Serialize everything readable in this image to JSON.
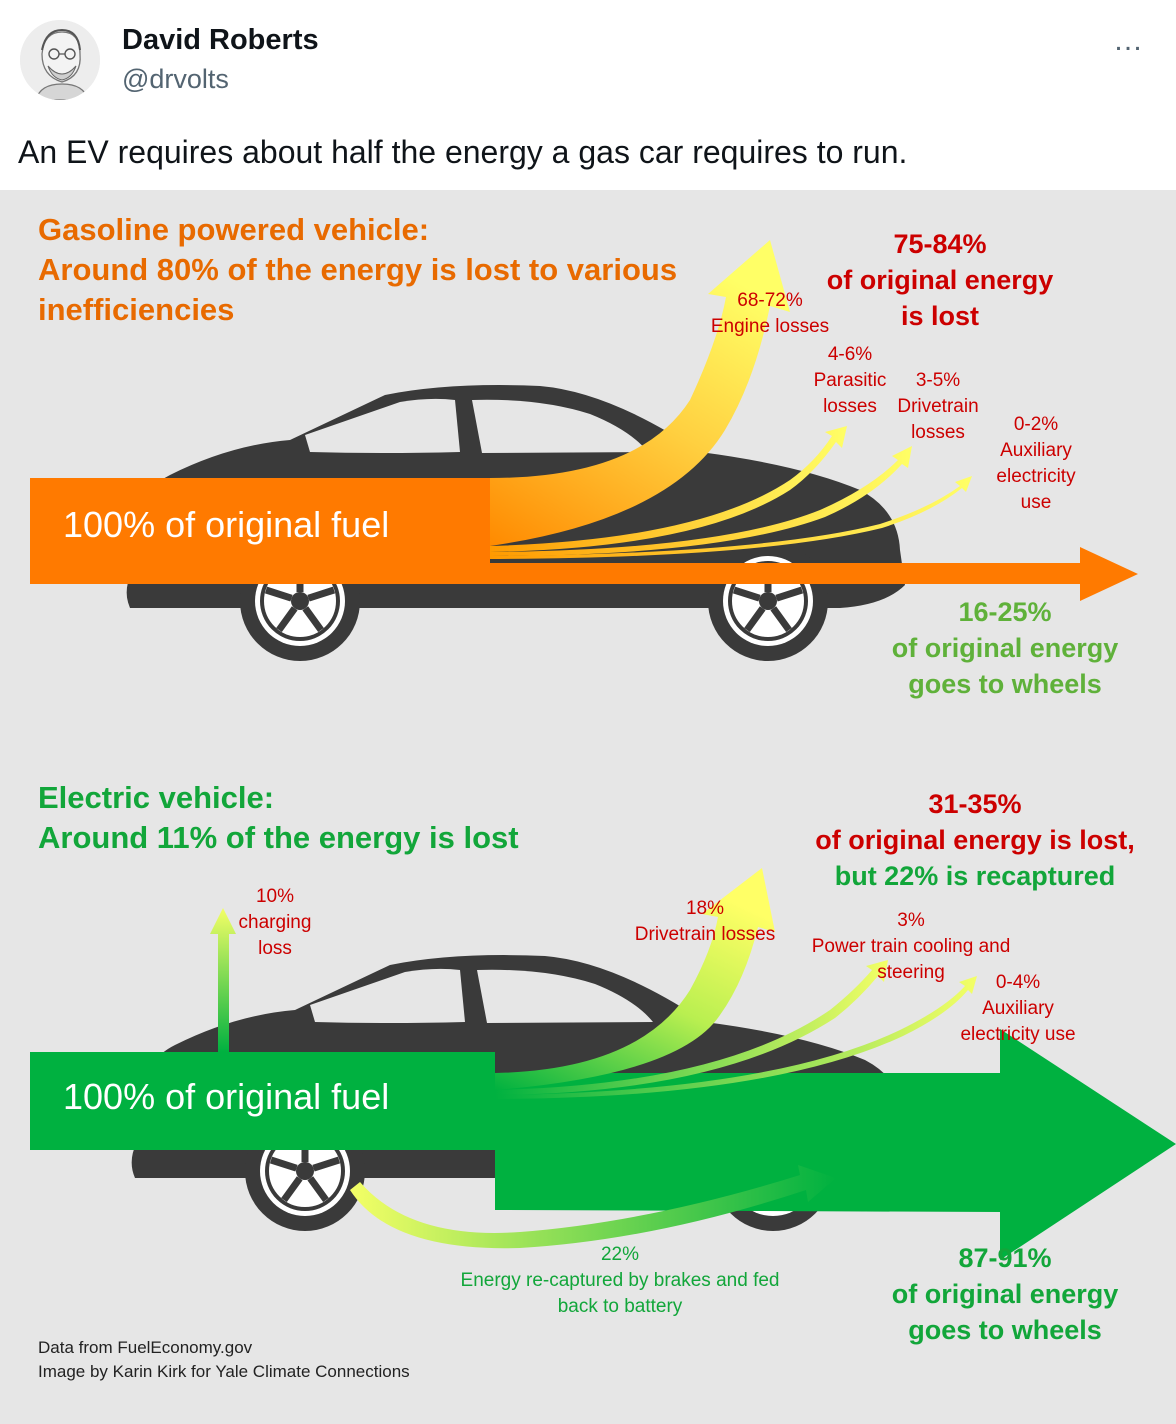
{
  "tweet": {
    "author_name": "David Roberts",
    "author_handle": "@drvolts",
    "more_label": "…",
    "text": "An EV requires about half the energy a gas car requires to run."
  },
  "infographic": {
    "gas": {
      "title_line1": "Gasoline powered vehicle:",
      "title_line2": "Around 80% of the energy is lost to various",
      "title_line3": "inefficiencies",
      "arrow_label": "100% of original fuel",
      "engine_losses": {
        "pct": "68-72%",
        "label": "Engine losses"
      },
      "parasitic_losses": {
        "pct": "4-6%",
        "line1": "Parasitic",
        "line2": "losses"
      },
      "drivetrain_losses": {
        "pct": "3-5%",
        "line1": "Drivetrain",
        "line2": "losses"
      },
      "auxiliary": {
        "pct": "0-2%",
        "line1": "Auxiliary",
        "line2": "electricity",
        "line3": "use"
      },
      "lost_summary": {
        "pct": "75-84%",
        "line1": "of original energy",
        "line2": "is lost"
      },
      "wheels_summary": {
        "pct": "16-25%",
        "line1": "of original energy",
        "line2": "goes to wheels"
      }
    },
    "ev": {
      "title_line1": "Electric vehicle:",
      "title_line2": "Around 11% of the energy is lost",
      "arrow_label": "100% of original fuel",
      "charging_loss": {
        "pct": "10%",
        "line1": "charging",
        "line2": "loss"
      },
      "drivetrain_losses": {
        "pct": "18%",
        "label": "Drivetrain losses"
      },
      "cooling": {
        "pct": "3%",
        "line1": "Power train cooling and",
        "line2": "steering"
      },
      "auxiliary": {
        "pct": "0-4%",
        "line1": "Auxiliary",
        "line2": "electricity use"
      },
      "recaptured": {
        "pct": "22%",
        "line1": "Energy re-captured by brakes and fed",
        "line2": "back to battery"
      },
      "lost_summary": {
        "pct": "31-35%",
        "line1": "of original energy is lost,",
        "line2": "but 22% is recaptured"
      },
      "wheels_summary": {
        "pct": "87-91%",
        "line1": "of original energy",
        "line2": "goes to wheels"
      }
    },
    "credits": {
      "line1": "Data from FuelEconomy.gov",
      "line2": "Image by Karin Kirk for Yale Climate Connections"
    },
    "colors": {
      "gas_arrow": "#ff7a00",
      "ev_arrow": "#00b140",
      "loss_text": "#cc0000",
      "gas_title": "#e86a00",
      "ev_title": "#12a63a",
      "car_body": "#3a3a3a",
      "background": "#e6e6e6"
    }
  }
}
